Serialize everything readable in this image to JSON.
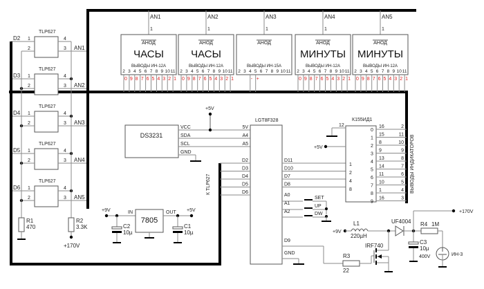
{
  "optocouplers": [
    {
      "label": "TLP627",
      "input": "D2",
      "pin1": "1",
      "pin2": "2",
      "pin3": "3",
      "pin4": "4",
      "output": "AN1"
    },
    {
      "label": "TLP627",
      "input": "D3",
      "pin1": "1",
      "pin2": "2",
      "pin3": "3",
      "pin4": "4",
      "output": "AN2"
    },
    {
      "label": "TLP627",
      "input": "D4",
      "pin1": "1",
      "pin2": "2",
      "pin3": "3",
      "pin4": "4",
      "output": "AN3"
    },
    {
      "label": "TLP627",
      "input": "D5",
      "pin1": "1",
      "pin2": "2",
      "pin3": "3",
      "pin4": "4",
      "output": "AN4"
    },
    {
      "label": "TLP627",
      "input": "D6",
      "pin1": "1",
      "pin2": "2",
      "pin3": "3",
      "pin4": "4",
      "output": "AN5"
    }
  ],
  "resistors_left": {
    "r1": {
      "name": "R1",
      "value": "470"
    },
    "r2": {
      "name": "R2",
      "value": "3.3K"
    },
    "supply": "+170V"
  },
  "indicators": [
    {
      "anode_net": "AN1",
      "anode_pin": "1",
      "anode_label": "АНОД",
      "title": "ЧАСЫ",
      "pins_label": "ВЫВОДЫ ИН-12А",
      "pins": [
        "2",
        "3",
        "4",
        "5",
        "6",
        "7",
        "8",
        "9",
        "10",
        "11"
      ],
      "digits": [
        "0",
        "9",
        "8",
        "7",
        "6",
        "5",
        "4",
        "3",
        "2",
        "1"
      ]
    },
    {
      "anode_net": "AN2",
      "anode_pin": "1",
      "anode_label": "АНОД",
      "title": "ЧАСЫ",
      "pins_label": "ВЫВОДЫ ИН-12А",
      "pins": [
        "2",
        "3",
        "4",
        "5",
        "6",
        "7",
        "8",
        "9",
        "10",
        "11"
      ],
      "digits": [
        "0",
        "9",
        "8",
        "7",
        "6",
        "5",
        "4",
        "3",
        "2",
        "1"
      ]
    },
    {
      "anode_net": "AN3",
      "anode_pin": "1",
      "anode_label": "АНОД",
      "title": "",
      "pins_label": "ВЫВОДЫ ИН-15А",
      "pins": [
        "2",
        "3",
        "4",
        "5",
        "6",
        "7",
        "8",
        "9",
        "10",
        "11"
      ],
      "digits": [
        "",
        "",
        "-",
        "+",
        "",
        "",
        "",
        "",
        "",
        ""
      ]
    },
    {
      "anode_net": "AN4",
      "anode_pin": "1",
      "anode_label": "АНОД",
      "title": "МИНУТЫ",
      "pins_label": "ВЫВОДЫ ИН-12А",
      "pins": [
        "2",
        "3",
        "4",
        "5",
        "6",
        "7",
        "8",
        "9",
        "10",
        "11"
      ],
      "digits": [
        "0",
        "9",
        "8",
        "7",
        "6",
        "5",
        "4",
        "3",
        "2",
        "1"
      ]
    },
    {
      "anode_net": "AN5",
      "anode_pin": "1",
      "anode_label": "АНОД",
      "title": "МИНУТЫ",
      "pins_label": "ВЫВОДЫ ИН-12А",
      "pins": [
        "2",
        "3",
        "4",
        "5",
        "6",
        "7",
        "8",
        "9",
        "10",
        "11"
      ],
      "digits": [
        "0",
        "9",
        "8",
        "7",
        "6",
        "5",
        "4",
        "3",
        "2",
        "1"
      ]
    }
  ],
  "rtc": {
    "name": "DS3231",
    "pins": [
      "VCC",
      "SDA",
      "SCL",
      "GND"
    ],
    "supply": "+5V"
  },
  "mcu": {
    "name": "LGT8F328",
    "left_pins": [
      "5V",
      "A4",
      "A5",
      "D2",
      "D3",
      "D4",
      "D5",
      "D6"
    ],
    "right_pins": [
      "D11",
      "D10",
      "D7",
      "D8",
      "A0",
      "A1",
      "A2",
      "D9",
      "GND"
    ],
    "bus_label": "К TLP627"
  },
  "buttons": [
    "SET",
    "UP",
    "DW"
  ],
  "decoder": {
    "name": "К155ИД1",
    "gnd_pin": "12",
    "supply": "+5V",
    "inputs": [
      "1",
      "2",
      "4",
      "8"
    ],
    "outputs": [
      "0",
      "1",
      "2",
      "3",
      "4",
      "5",
      "6",
      "7",
      "8",
      "9"
    ],
    "chip_pins": [
      "16",
      "15",
      "8",
      "9",
      "13",
      "14",
      "11",
      "10",
      "1",
      "16"
    ],
    "indicator_pins": [
      "2",
      "11",
      "10",
      "9",
      "8",
      "7",
      "6",
      "5",
      "4",
      "3"
    ],
    "bus_label": "ВЫВОДЫ ИНДИКАТОРОВ"
  },
  "regulator": {
    "name": "7805",
    "in_label": "IN",
    "out_label": "OUT",
    "vin": "+9V",
    "vout": "+5V",
    "c2": {
      "name": "C2",
      "value": "10µ"
    },
    "c1": {
      "name": "C1",
      "value": "10µ"
    }
  },
  "boost": {
    "vin": "+9V",
    "l1": {
      "name": "L1",
      "value": "220µH"
    },
    "diode": "UF4004",
    "mosfet": "IRF740",
    "r3": {
      "name": "R3",
      "value": "22"
    },
    "c3": {
      "name": "C3",
      "value": "10µ",
      "voltage": "400V"
    },
    "r4": {
      "name": "R4",
      "value": "1M"
    },
    "lamp": "ИН-3",
    "vout": "+170V"
  }
}
